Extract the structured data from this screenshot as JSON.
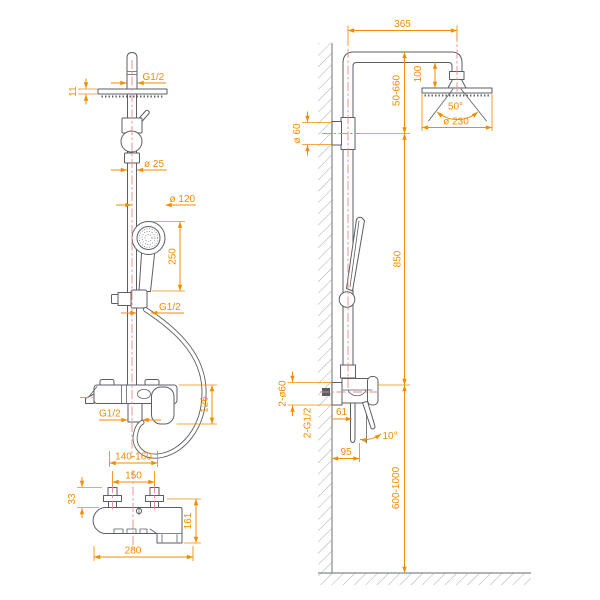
{
  "colors": {
    "dimension": "#f28c00",
    "line": "#5b5e63",
    "centerline": "#e08b8b",
    "hatch": "#a8acb0",
    "wall": "#85898d",
    "background": "#ffffff"
  },
  "front_view": {
    "dims": {
      "top_thread": "G1/2",
      "head_thickness": "11",
      "pipe_diameter": "ø 25",
      "hand_shower_diameter": "ø 120",
      "hand_shower_length": "250",
      "hose_thread": "G1/2",
      "body_height": "126",
      "outlet_thread": "G1/2",
      "inlet_range": "140-160",
      "inlet_spacing": "150",
      "bolt_offset": "33",
      "body_depth": "161",
      "body_length": "280"
    }
  },
  "side_view": {
    "dims": {
      "arm_reach": "365",
      "head_offset": "100",
      "height_adjustment": "50-660",
      "flange_diameter": "ø 60",
      "spray_angle": "50°",
      "head_diameter": "ø 230",
      "column_height": "850",
      "wall_flanges": "2-ø60",
      "wall_threads": "2-G1/2",
      "spout_reach": "61",
      "handle_tilt": "10°",
      "handle_reach": "95",
      "install_height": "600-1000"
    }
  }
}
